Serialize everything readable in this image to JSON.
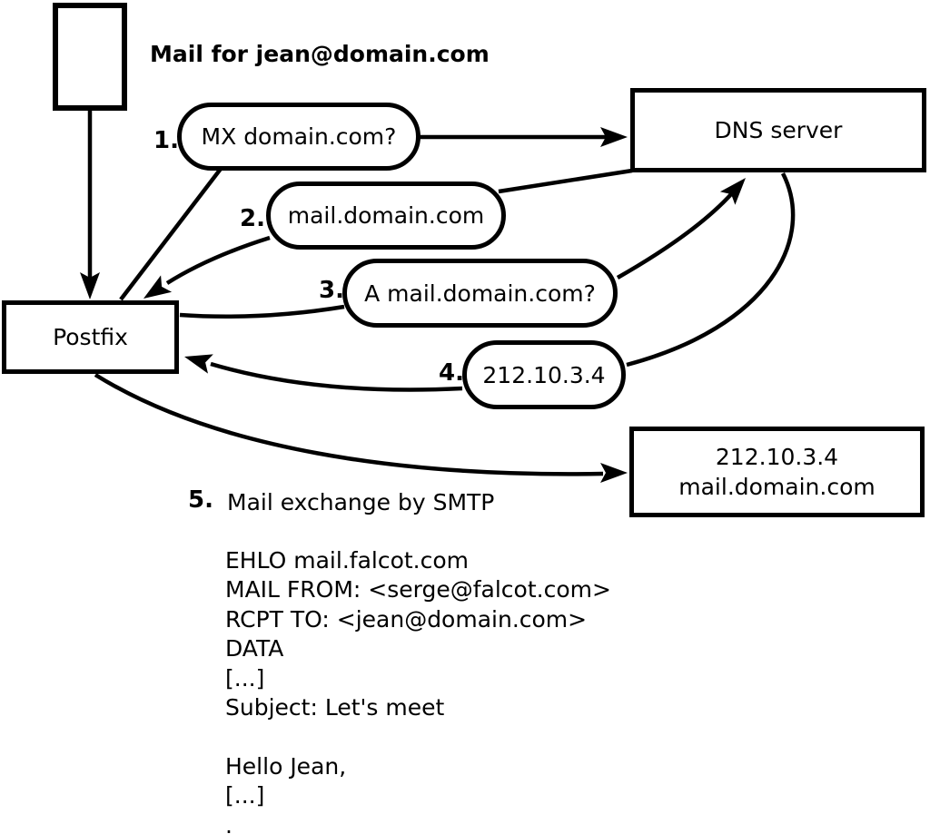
{
  "colors": {
    "ink": "#000000",
    "background": "#ffffff"
  },
  "title": "Mail for jean@domain.com",
  "nodes": {
    "postfix": {
      "label": "Postfix"
    },
    "dns": {
      "label": "DNS server"
    },
    "target": {
      "line1": "212.10.3.4",
      "line2": "mail.domain.com"
    }
  },
  "steps": [
    {
      "num": "1.",
      "label": "MX domain.com?",
      "from": "Postfix",
      "to": "DNS server"
    },
    {
      "num": "2.",
      "label": "mail.domain.com",
      "from": "DNS server",
      "to": "Postfix"
    },
    {
      "num": "3.",
      "label": "A mail.domain.com?",
      "from": "Postfix",
      "to": "DNS server"
    },
    {
      "num": "4.",
      "label": "212.10.3.4",
      "from": "DNS server",
      "to": "Postfix"
    },
    {
      "num": "5.",
      "label": "Mail exchange by SMTP",
      "from": "Postfix",
      "to": "mail.domain.com"
    }
  ],
  "smtp_session": "EHLO mail.falcot.com\nMAIL FROM: <serge@falcot.com>\nRCPT TO: <jean@domain.com>\nDATA\n[...]\nSubject: Let's meet\n\nHello Jean,\n[...]\n."
}
